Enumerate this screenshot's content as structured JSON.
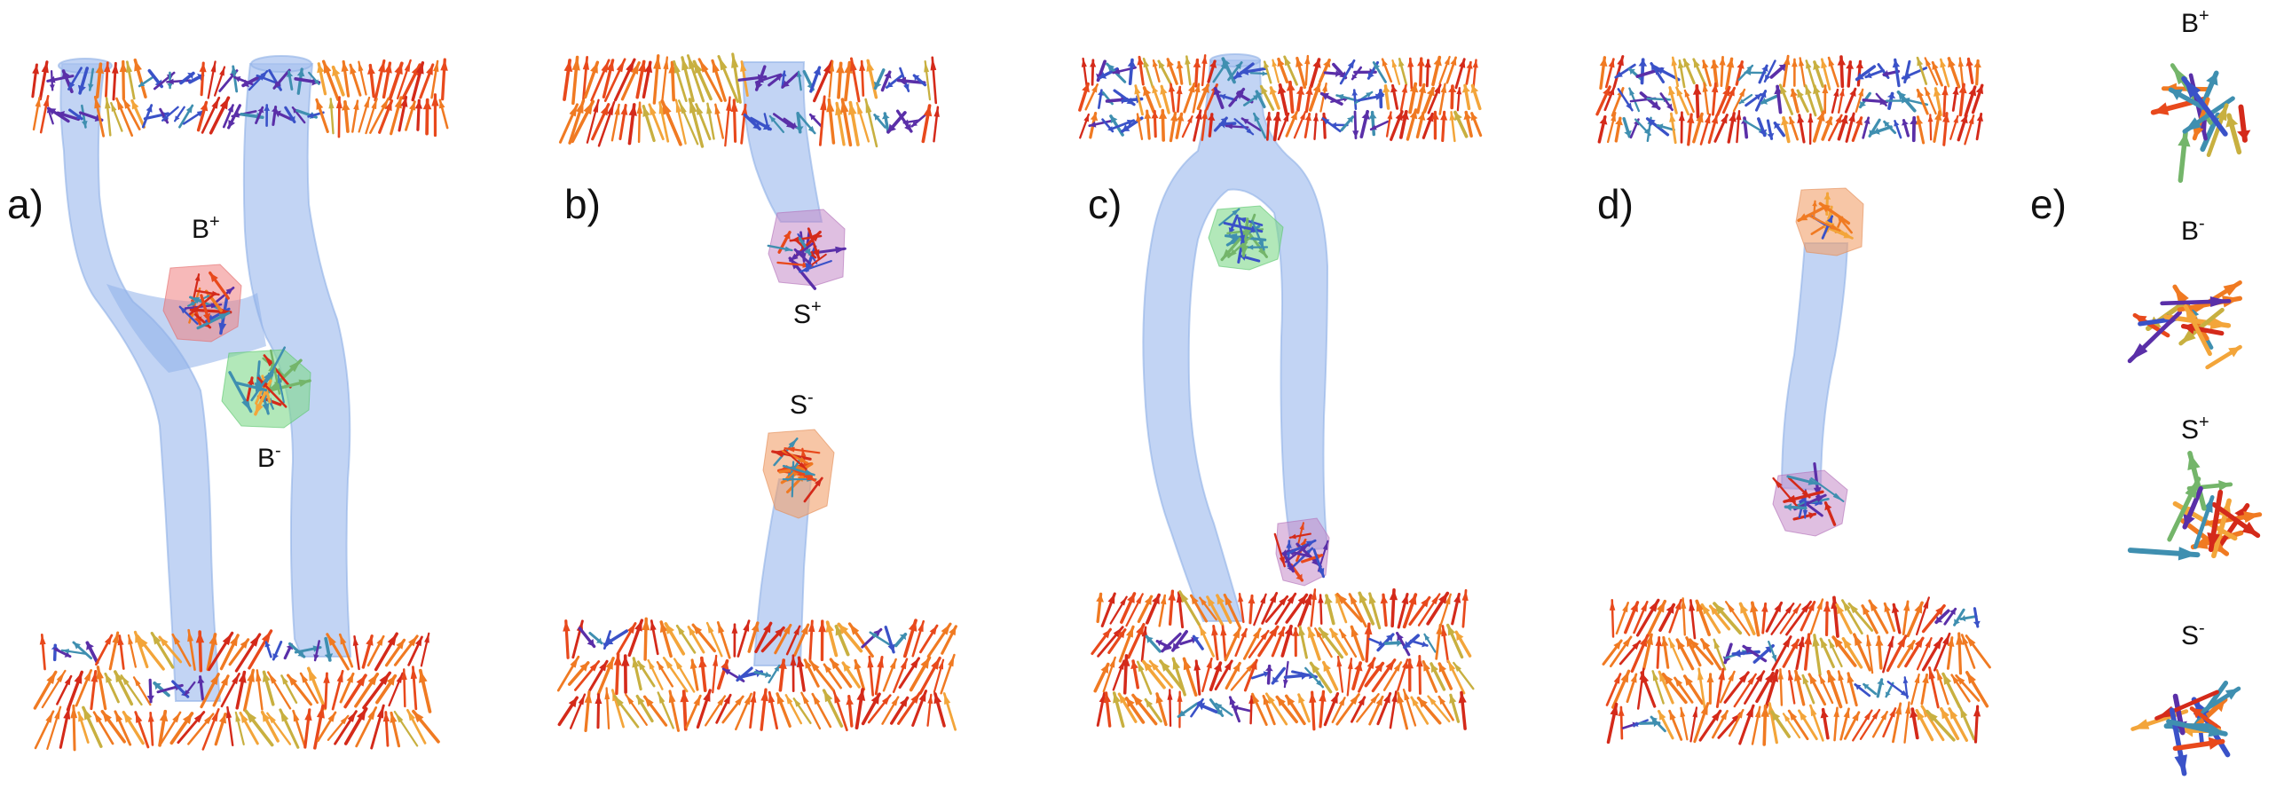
{
  "panels": {
    "a": {
      "label": "a)",
      "defects": [
        {
          "base": "B",
          "sup": "+"
        },
        {
          "base": "B",
          "sup": "-"
        }
      ]
    },
    "b": {
      "label": "b)",
      "defects": [
        {
          "base": "S",
          "sup": "+"
        },
        {
          "base": "S",
          "sup": "-"
        }
      ]
    },
    "c": {
      "label": "c)"
    },
    "d": {
      "label": "d)"
    },
    "e": {
      "label": "e)",
      "legend": [
        {
          "base": "B",
          "sup": "+"
        },
        {
          "base": "B",
          "sup": "-"
        },
        {
          "base": "S",
          "sup": "+"
        },
        {
          "base": "S",
          "sup": "-"
        }
      ]
    }
  },
  "colors": {
    "tube": "#aac4f0",
    "arrow_palette": [
      "#d42a1a",
      "#e8491c",
      "#f07a22",
      "#f3a53a",
      "#c8b040",
      "#74b56a",
      "#3f8fb0",
      "#3a52c8",
      "#5a2fa8"
    ],
    "halo_B_plus": "#f08080",
    "halo_B_minus": "#7fd88a",
    "halo_S_plus": "#c58ac9",
    "halo_S_minus": "#f2a06a"
  }
}
